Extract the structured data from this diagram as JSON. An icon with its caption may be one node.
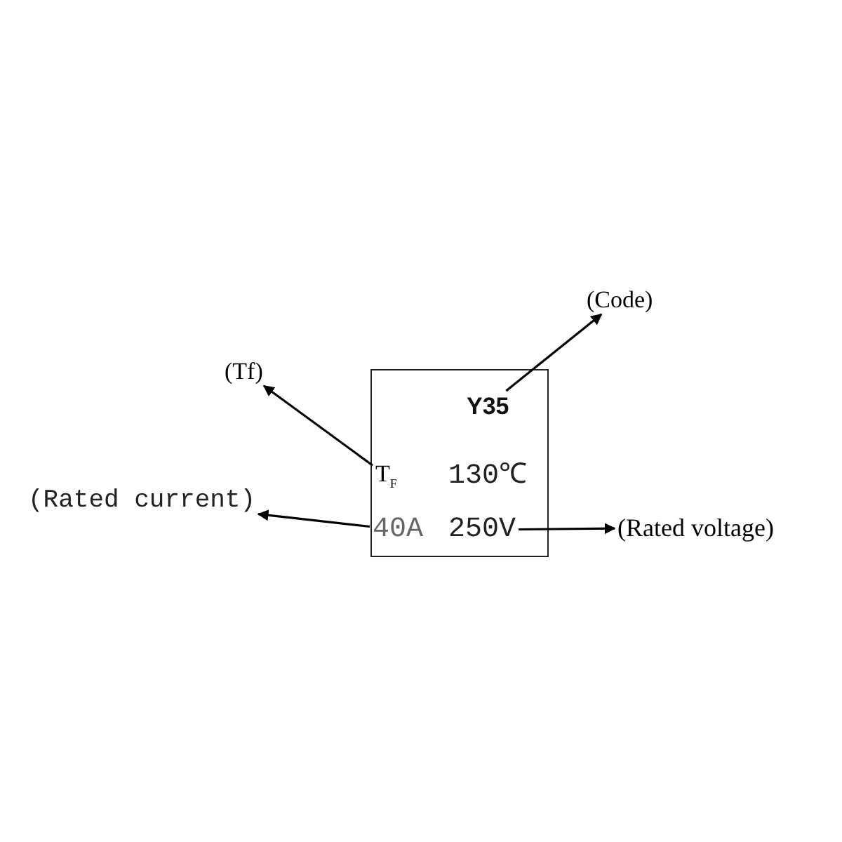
{
  "diagram": {
    "nodes": [
      {
        "text": [],
        "shape": "box"
      },
      {
        "text": [
          "Y35"
        ],
        "in": 0
      },
      {
        "text": [
          "T$_{F}$"
        ],
        "in": 0
      },
      {
        "text": [
          "130℃"
        ],
        "in": 0
      },
      {
        "text": [
          "40A"
        ],
        "in": 0
      },
      {
        "text": [
          "250V"
        ],
        "in": 0
      },
      {
        "text": [
          "(Code)"
        ]
      },
      {
        "text": [
          "(Tf)"
        ]
      },
      {
        "text": [
          "(Rated current)"
        ]
      },
      {
        "text": [
          "(Rated voltage)"
        ]
      }
    ],
    "edges": [
      {
        "from": 1,
        "to": 6,
        "arrow": "to"
      },
      {
        "from": 2,
        "to": 7,
        "arrow": "to"
      },
      {
        "from": 4,
        "to": 8,
        "arrow": "to"
      },
      {
        "from": 5,
        "to": 9,
        "arrow": "to"
      }
    ]
  }
}
